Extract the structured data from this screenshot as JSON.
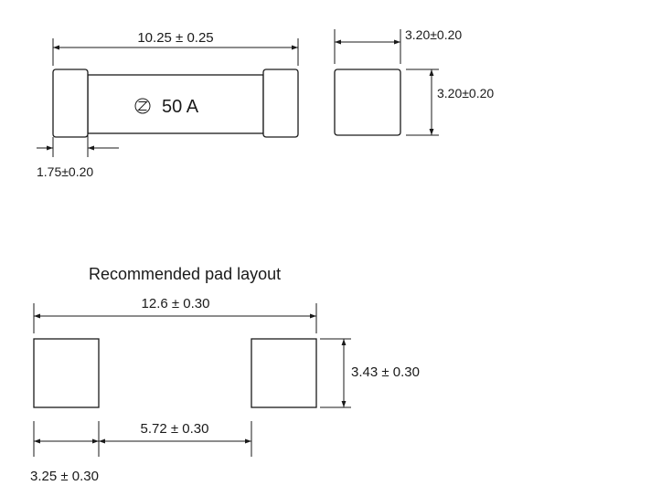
{
  "fuse_drawing": {
    "length_dim": "10.25 ± 0.25",
    "marking": "50 A",
    "cap_dim": "1.75±0.20",
    "end_width_dim": "3.20±0.20",
    "end_height_dim": "3.20±0.20"
  },
  "pad_layout": {
    "title": "Recommended pad layout",
    "overall_dim": "12.6 ± 0.30",
    "pad_height_dim": "3.43 ± 0.30",
    "gap_dim": "5.72 ± 0.30",
    "pad_width_dim": "3.25 ± 0.30"
  }
}
